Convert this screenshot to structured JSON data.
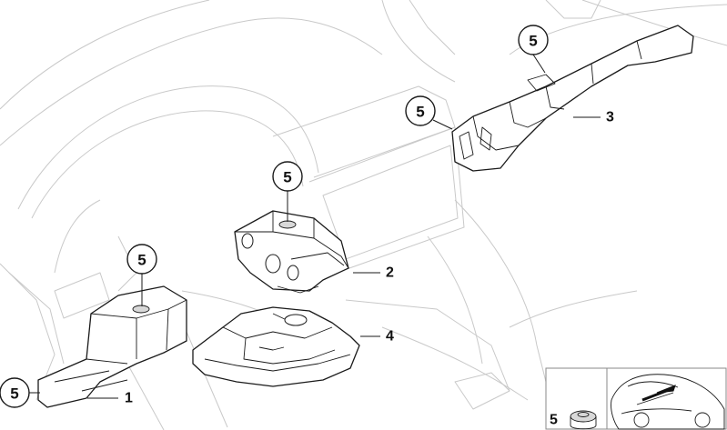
{
  "callouts": [
    {
      "id": "callout-fastener-top",
      "label": "5"
    },
    {
      "id": "callout-fastener-glovebox",
      "label": "5"
    },
    {
      "id": "callout-fastener-center",
      "label": "5"
    },
    {
      "id": "callout-fastener-left-upper",
      "label": "5"
    },
    {
      "id": "callout-fastener-left-lower",
      "label": "5"
    }
  ],
  "part_refs": [
    {
      "id": "part-ref-1",
      "label": "1"
    },
    {
      "id": "part-ref-2",
      "label": "2"
    },
    {
      "id": "part-ref-3",
      "label": "3"
    },
    {
      "id": "part-ref-4",
      "label": "4"
    }
  ],
  "inset": {
    "label": "5"
  }
}
